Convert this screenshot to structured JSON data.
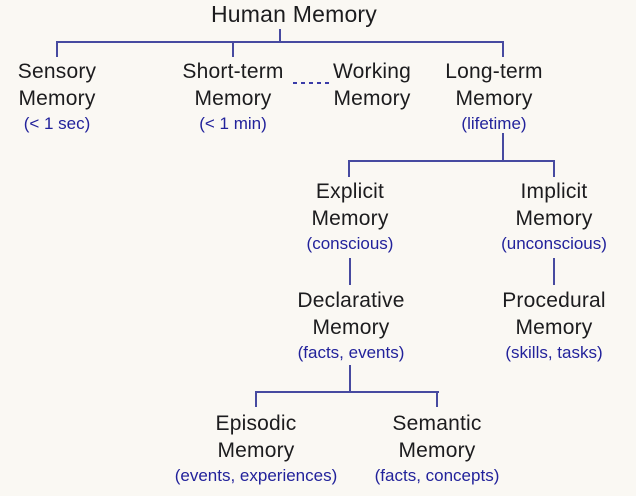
{
  "diagram_title": "Human Memory",
  "colors": {
    "background": "#faf8f3",
    "line_color": "#474aa0",
    "label_color": "#1c1c1e",
    "note_color": "#22229b"
  },
  "nodes": {
    "human": {
      "line1": "Human Memory",
      "line2": "",
      "note": ""
    },
    "sensory": {
      "line1": "Sensory",
      "line2": "Memory",
      "note": "(< 1 sec)"
    },
    "shortterm": {
      "line1": "Short-term",
      "line2": "Memory",
      "note": "(< 1 min)"
    },
    "working": {
      "line1": "Working",
      "line2": "Memory",
      "note": ""
    },
    "longterm": {
      "line1": "Long-term",
      "line2": "Memory",
      "note": "(lifetime)"
    },
    "explicit": {
      "line1": "Explicit",
      "line2": "Memory",
      "note": "(conscious)"
    },
    "implicit": {
      "line1": "Implicit",
      "line2": "Memory",
      "note": "(unconscious)"
    },
    "declarative": {
      "line1": "Declarative",
      "line2": "Memory",
      "note": "(facts, events)"
    },
    "procedural": {
      "line1": "Procedural",
      "line2": "Memory",
      "note": "(skills, tasks)"
    },
    "episodic": {
      "line1": "Episodic",
      "line2": "Memory",
      "note": "(events, experiences)"
    },
    "semantic": {
      "line1": "Semantic",
      "line2": "Memory",
      "note": "(facts, concepts)"
    }
  },
  "relations": [
    {
      "parent": "Human Memory",
      "children": [
        "Sensory Memory",
        "Short-term Memory",
        "Long-term Memory"
      ],
      "style": "solid"
    },
    {
      "parent": "Long-term Memory",
      "children": [
        "Explicit Memory",
        "Implicit Memory"
      ],
      "style": "solid"
    },
    {
      "parent": "Explicit Memory",
      "children": [
        "Declarative Memory"
      ],
      "style": "solid"
    },
    {
      "parent": "Implicit Memory",
      "children": [
        "Procedural Memory"
      ],
      "style": "solid"
    },
    {
      "parent": "Declarative Memory",
      "children": [
        "Episodic Memory",
        "Semantic Memory"
      ],
      "style": "solid"
    },
    {
      "link": [
        "Short-term Memory",
        "Working Memory"
      ],
      "style": "dashed"
    }
  ]
}
